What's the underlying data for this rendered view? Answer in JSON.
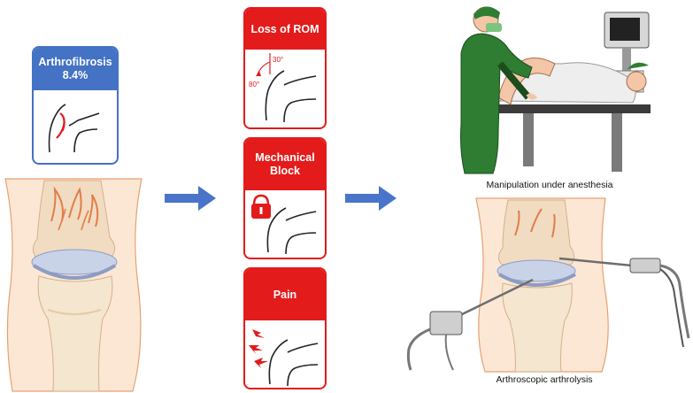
{
  "colors": {
    "blue": "#4472c4",
    "red": "#e31b1b",
    "arrow": "#4a74c9",
    "surgical_green": "#2e7d32",
    "bone": "#f2dfc4",
    "cartilage": "#c9d3e8"
  },
  "left": {
    "card": {
      "title_line1": "Arthrofibrosis",
      "title_line2": "8.4%",
      "icon": "knee-scar-icon"
    },
    "image": "knee-joint-arthrofibrosis-illustration"
  },
  "middle": {
    "cards": [
      {
        "title_line1": "Loss of ROM",
        "title_line2": "",
        "angle_top": "30°",
        "angle_bottom": "80°",
        "icon": "knee-range-of-motion-icon"
      },
      {
        "title_line1": "Mechanical",
        "title_line2": "Block",
        "icon": "knee-lock-icon"
      },
      {
        "title_line1": "Pain",
        "title_line2": "",
        "icon": "knee-pain-icon"
      }
    ]
  },
  "right": {
    "top_caption": "Manipulation under anesthesia",
    "bottom_caption": "Arthroscopic arthrolysis"
  }
}
